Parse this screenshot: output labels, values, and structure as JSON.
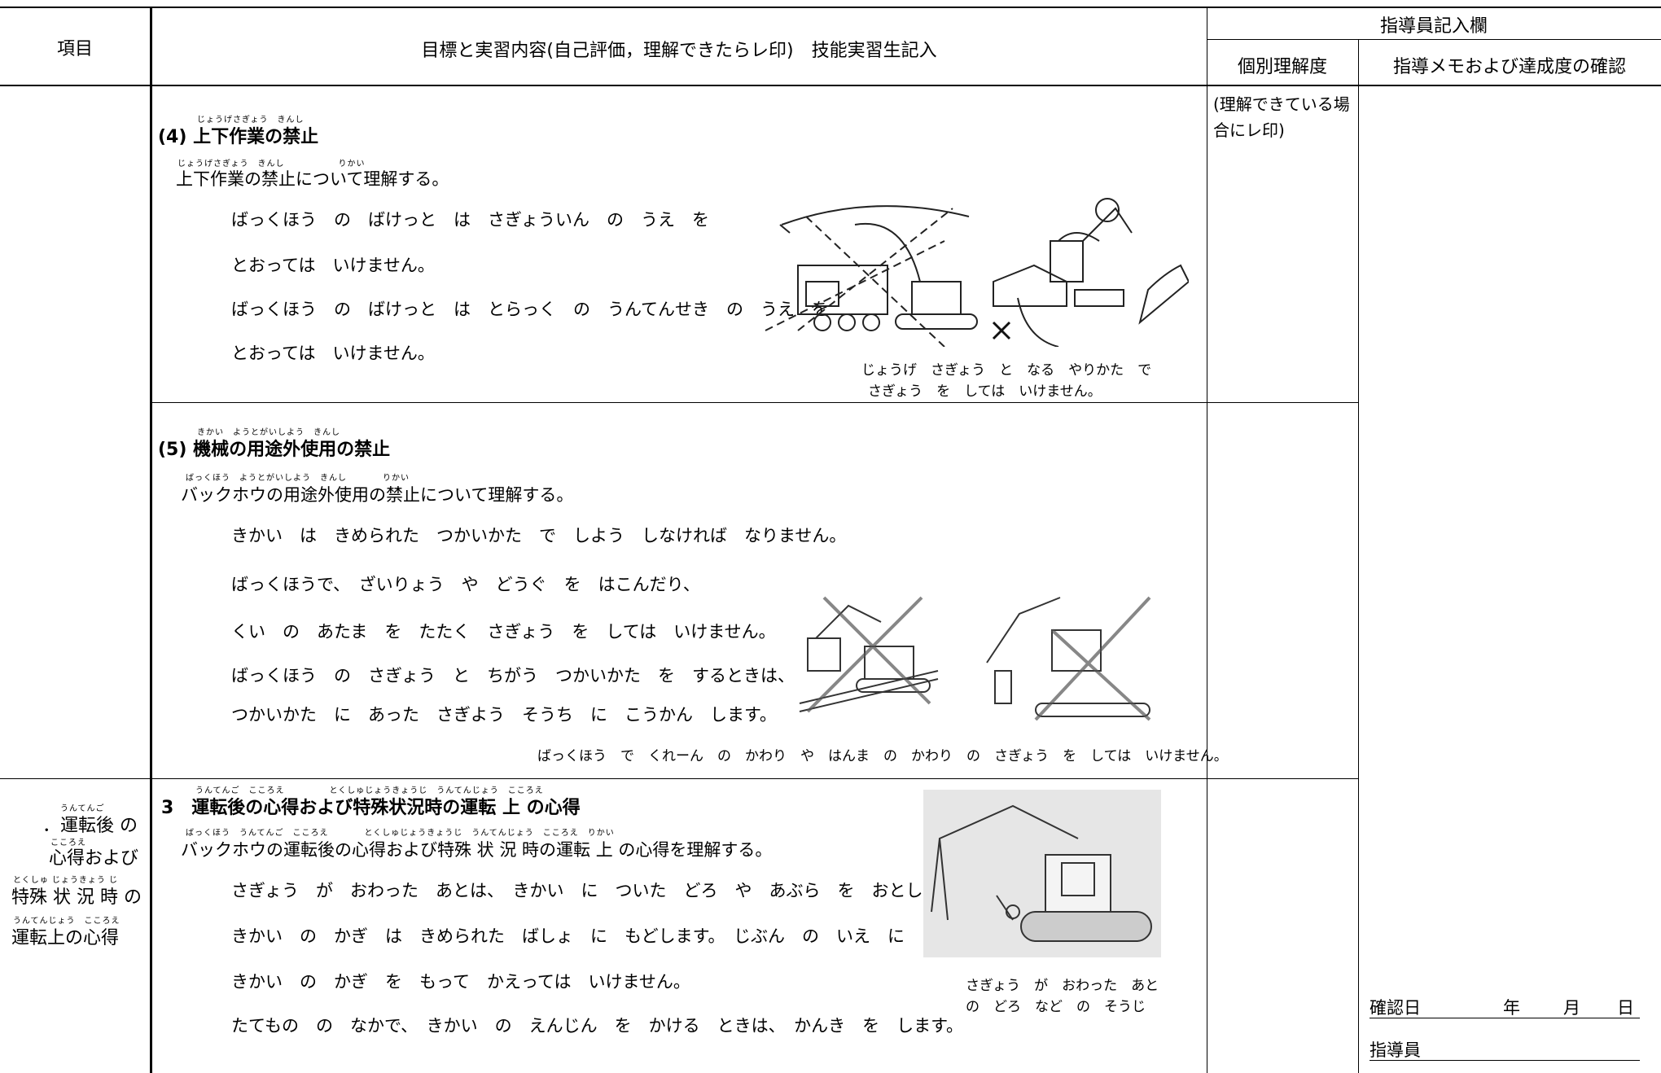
{
  "header": {
    "item_col": "項目",
    "content_col": "目標と実習内容(自己評価，理解できたらレ印)　技能実習生記入",
    "instructor_group": "指導員記入欄",
    "understanding_col": "個別理解度",
    "memo_col": "指導メモおよび達成度の確認"
  },
  "understanding_note": "(理解できている場合にレ印)",
  "sections": {
    "s4": {
      "title": "(4) 上下作業の禁止",
      "title_ruby": "じょうげさぎょう　きんし",
      "sub": "上下作業の禁止について理解する。",
      "sub_ruby": "じょうげさぎょう　きんし　　　　　　りかい",
      "lines": [
        "ばっくほう　の　ばけっと　は　さぎょういん　の　うえ　を",
        "とおっては　いけません。",
        "ばっくほう　の　ばけっと　は　とらっく　の　うんてんせき　の　うえ　を",
        "とおっては　いけません。"
      ],
      "caption_1": "じょうげ　さぎょう　と　なる　やりかた　で",
      "caption_2": "さぎょう　を　しては　いけません。"
    },
    "s5": {
      "title": "(5) 機械の用途外使用の禁止",
      "title_ruby": "きかい　ようとがいしよう　きんし",
      "sub": "バックホウの用途外使用の禁止について理解する。",
      "sub_ruby": "ばっくほう　ようとがいしよう　きんし　　　　りかい",
      "lines": [
        "きかい　は　きめられた　つかいかた　で　しよう　しなければ　なりません。",
        "ばっくほうで、　ざいりょう　や　どうぐ　を　はこんだり、",
        "くい　の　あたま　を　たたく　さぎょう　を　しては　いけません。",
        "ばっくほう　の　さぎょう　と　ちがう　つかいかた　を　するときは、",
        "つかいかた　に　あった　さぎよう　そうち　に　こうかん　します。"
      ],
      "caption": "ばっくほう　で　くれーん　の　かわり　や　はんま　の　かわり　の　さぎょう　を　しては　いけません。"
    },
    "s3": {
      "item_lines": [
        "．運転後 の",
        "心得および",
        "特殊 状 況 時 の",
        "運転上の心得"
      ],
      "item_rubies": [
        "うんてんご",
        "こころえ",
        "とくしゅ じょうきょう じ",
        "うんてんじょう　こころえ"
      ],
      "title": "3　運転後の心得および特殊状況時の運転 上 の心得",
      "title_ruby": "うんてんご　こころえ　　　　　とくしゅじょうきょうじ　うんてんじょう　こころえ",
      "sub": "バックホウの運転後の心得および特殊 状 況 時の運転 上 の心得を理解する。",
      "sub_ruby": "ばっくほう　うんてんご　こころえ　　　　とくしゅじょうきょうじ　うんてんじょう　こころえ　りかい",
      "lines": [
        "さぎょう　が　おわった　あとは、　きかい　に　ついた　どろ　や　あぶら　を　おとします。",
        "きかい　の　かぎ　は　きめられた　ばしょ　に　もどします。　じぶん　の　いえ　に",
        "きかい　の　かぎ　を　もって　かえっては　いけません。",
        "たてもの　の　なかで、　きかい　の　えんじん　を　かける　ときは、　かんき　を　します。"
      ],
      "caption_1": "さぎょう　が　おわった　あと",
      "caption_2": "の　どろ　など　の　そうじ"
    }
  },
  "confirm": {
    "date_label": "確認日",
    "year": "年",
    "month": "月",
    "day": "日",
    "instructor_label": "指導員"
  }
}
